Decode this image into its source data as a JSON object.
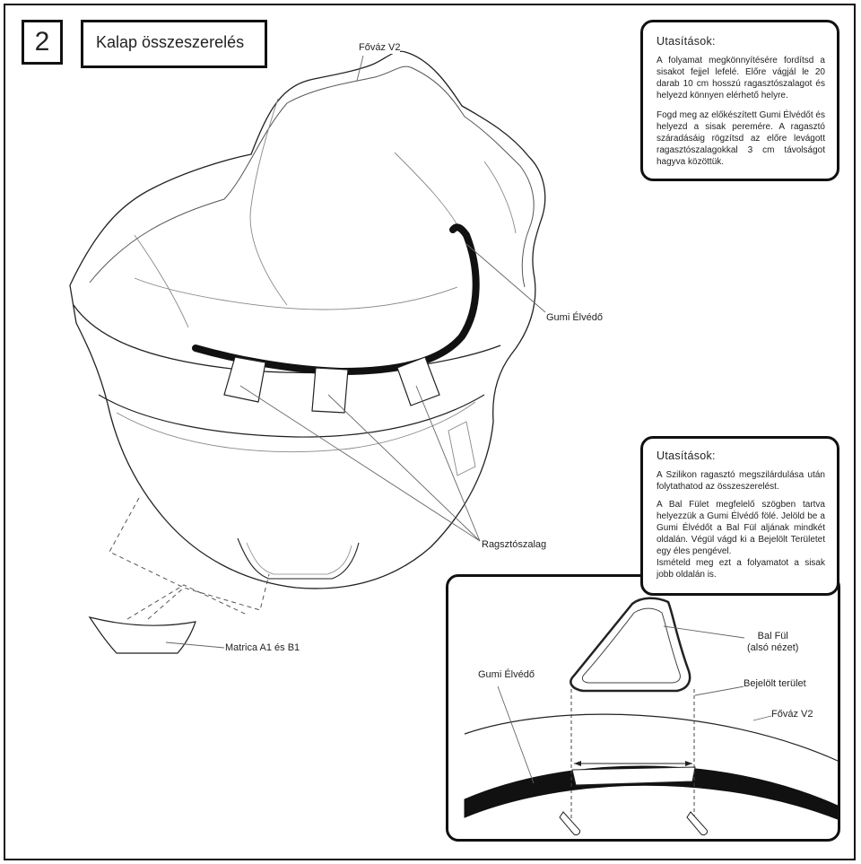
{
  "step": "2",
  "title": "Kalap összeszerelés",
  "labels": {
    "fovaz_top": "Főváz V2",
    "gumi_elvedo_main": "Gumi Élvédő",
    "ragsztoszalag": "Ragsztószalag",
    "matrica": "Matrica A1 és B1",
    "gumi_elvedo_detail": "Gumi Élvédő",
    "bal_ful_line1": "Bal Fül",
    "bal_ful_line2": "(alsó nézet)",
    "bejelolt_terulet": "Bejelölt terület",
    "fovaz_detail": "Főváz V2"
  },
  "instructions_1": {
    "heading": "Utasítások:",
    "p1": "A folyamat megkönnyítésére fordítsd a sisakot fejjel lefelé. Előre vágjál le 20 darab 10 cm hosszú ragasztószalagot és helyezd könnyen elérhető helyre.",
    "p2": "Fogd meg az előkészített Gumi Élvédőt és helyezd a sisak peremére. A ragasztó száradásáig rögzítsd az előre levágott ragasztószalagokkal 3 cm távolságot hagyva közöttük."
  },
  "instructions_2": {
    "heading": "Utasítások:",
    "p1": "A Szilikon ragasztó megszilárdulása után folytathatod az összeszerelést.",
    "p2": "A Bal Fület megfelelő szögben tartva helyezzük a Gumi Élvédő fölé. Jelöld be a Gumi Élvédőt a Bal Fül aljának mindkét oldalán. Végül vágd ki a Bejelölt Területet egy éles pengével.",
    "p3": "Ismételd meg ezt a folyamatot a sisak jobb oldalán is."
  }
}
